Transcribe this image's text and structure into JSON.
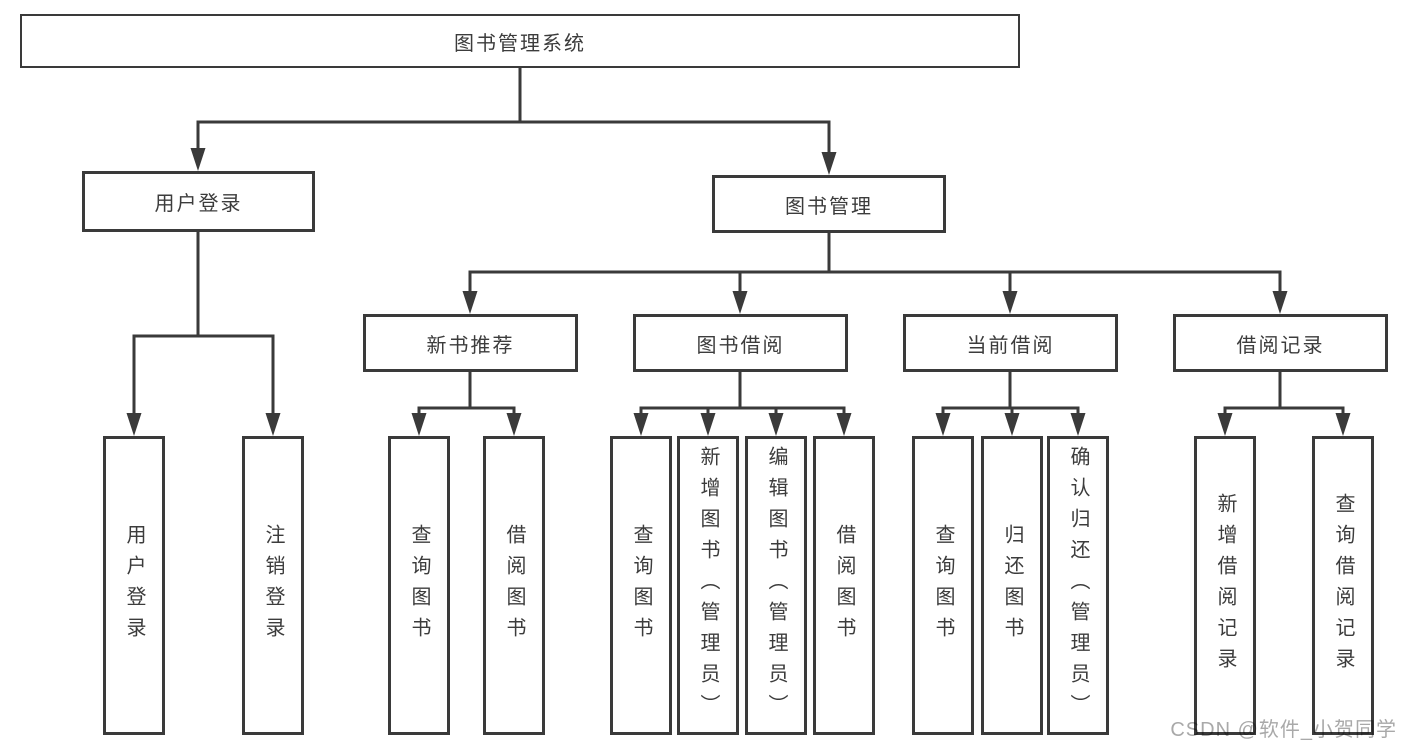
{
  "diagram": {
    "title": "图书管理系统",
    "children": [
      {
        "label": "用户登录",
        "children": [
          {
            "label": "用户登录"
          },
          {
            "label": "注销登录"
          }
        ]
      },
      {
        "label": "图书管理",
        "children": [
          {
            "label": "新书推荐",
            "children": [
              {
                "label": "查询图书"
              },
              {
                "label": "借阅图书"
              }
            ]
          },
          {
            "label": "图书借阅",
            "children": [
              {
                "label": "查询图书"
              },
              {
                "label": "新增图书（管理员）"
              },
              {
                "label": "编辑图书（管理员）"
              },
              {
                "label": "借阅图书"
              }
            ]
          },
          {
            "label": "当前借阅",
            "children": [
              {
                "label": "查询图书"
              },
              {
                "label": "归还图书"
              },
              {
                "label": "确认归还（管理员）"
              }
            ]
          },
          {
            "label": "借阅记录",
            "children": [
              {
                "label": "新增借阅记录"
              },
              {
                "label": "查询借阅记录"
              }
            ]
          }
        ]
      }
    ]
  },
  "watermark": {
    "text": "CSDN @软件_小贺同学"
  },
  "colors": {
    "line": "#3a3a3a",
    "box_border": "#3a3a3a",
    "box_fill": "#ffffff",
    "text": "#3c3c3c",
    "watermark": "#a9a9a9",
    "background": "#ffffff"
  }
}
